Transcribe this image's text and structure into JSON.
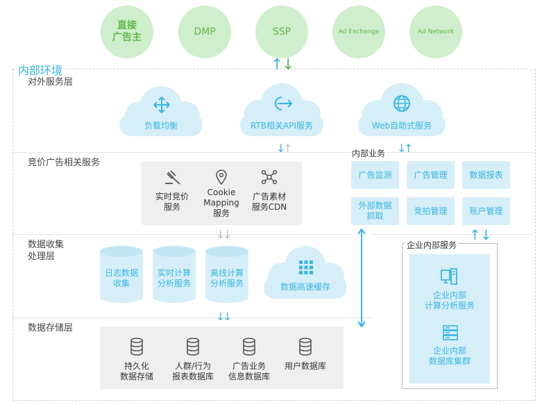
{
  "external": [
    "直接\n广告主",
    "DMP",
    "SSP",
    "Ad Exchange",
    "Ad Network"
  ],
  "frame_title": "内部环境",
  "layers": {
    "outer": "对外服务层",
    "bidding": "竞价广告相关服务",
    "data_proc": "数据收集\n处理层",
    "storage": "数据存储层"
  },
  "outer_services": [
    "负载均衡",
    "RTB相关API服务",
    "Web自助式服务"
  ],
  "bidding_services": [
    "实时竞价\n服务",
    "Cookie\nMapping\n服务",
    "广告素材\n服务CDN"
  ],
  "internal_business": {
    "title": "内部业务",
    "items": [
      "广告监测",
      "广告管理",
      "数据报表",
      "外部数据\n抓取",
      "竞拍管理",
      "账户管理"
    ]
  },
  "data_services": [
    "日志数据\n收集",
    "实时计算\n分析服务",
    "离线计算\n分析服务"
  ],
  "cache": "数据高速缓存",
  "enterprise": {
    "title": "企业内部服务",
    "items": [
      "企业内部\n计算分析服务",
      "企业内部\n数据库集群"
    ]
  },
  "storage_items": [
    "持久化\n数据存储",
    "人群/行为\n报表数据库",
    "广告业务\n信息数据库",
    "用户数据库"
  ],
  "colors": {
    "blue": "#37b6e3",
    "green": "#5fb84c",
    "light_blue": "#d6eef8",
    "light_green": "#cfeecb",
    "gray": "#efefef"
  }
}
